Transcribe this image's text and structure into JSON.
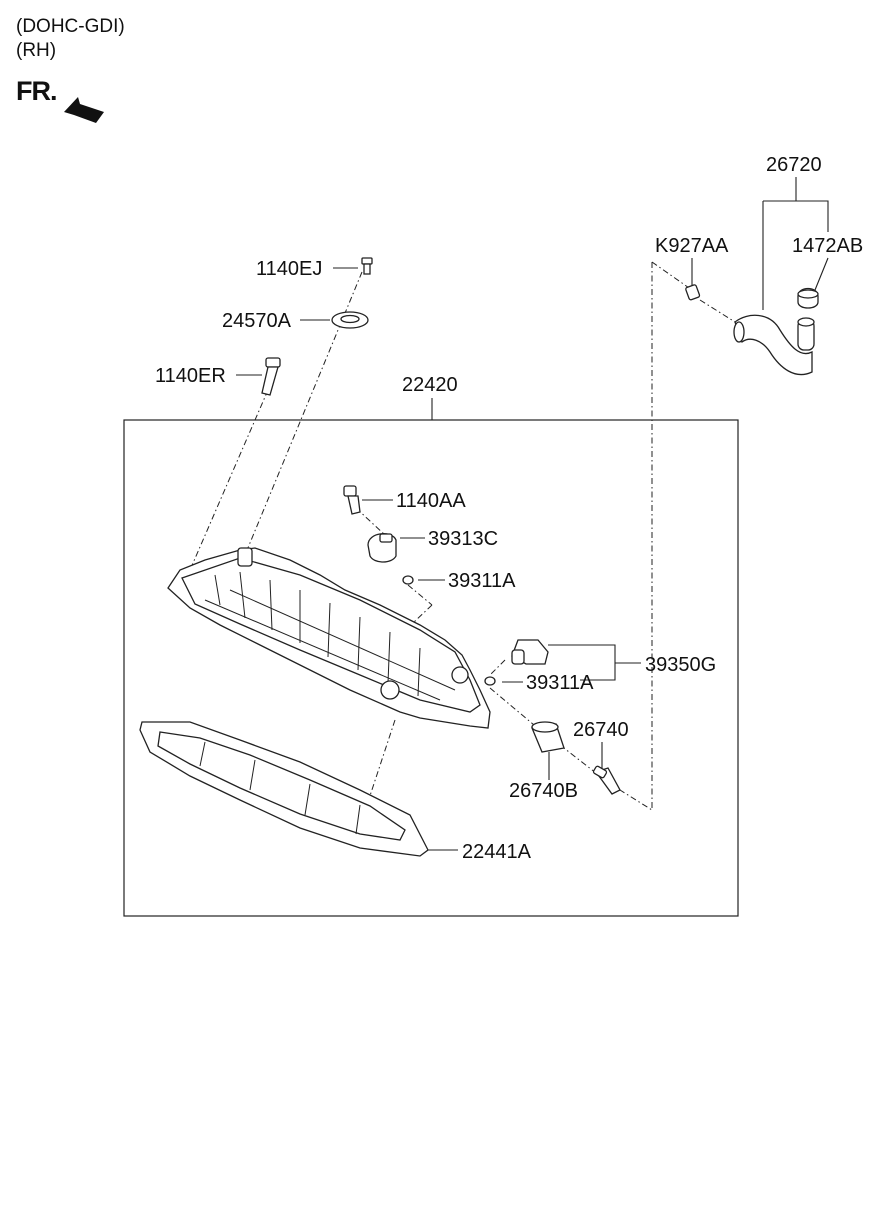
{
  "header": {
    "engine": "(DOHC-GDI)",
    "side": "(RH)",
    "front_marker": "FR."
  },
  "parts": {
    "p26720": "26720",
    "pK927AA": "K927AA",
    "p1472AB": "1472AB",
    "p1140EJ": "1140EJ",
    "p24570A": "24570A",
    "p1140ER": "1140ER",
    "p22420": "22420",
    "p1140AA": "1140AA",
    "p39313C": "39313C",
    "p39311A_upper": "39311A",
    "p39350G": "39350G",
    "p39311A_lower": "39311A",
    "p26740": "26740",
    "p26740B": "26740B",
    "p22441A": "22441A"
  },
  "icons": {
    "front_arrow": "front-direction-arrow-icon"
  }
}
